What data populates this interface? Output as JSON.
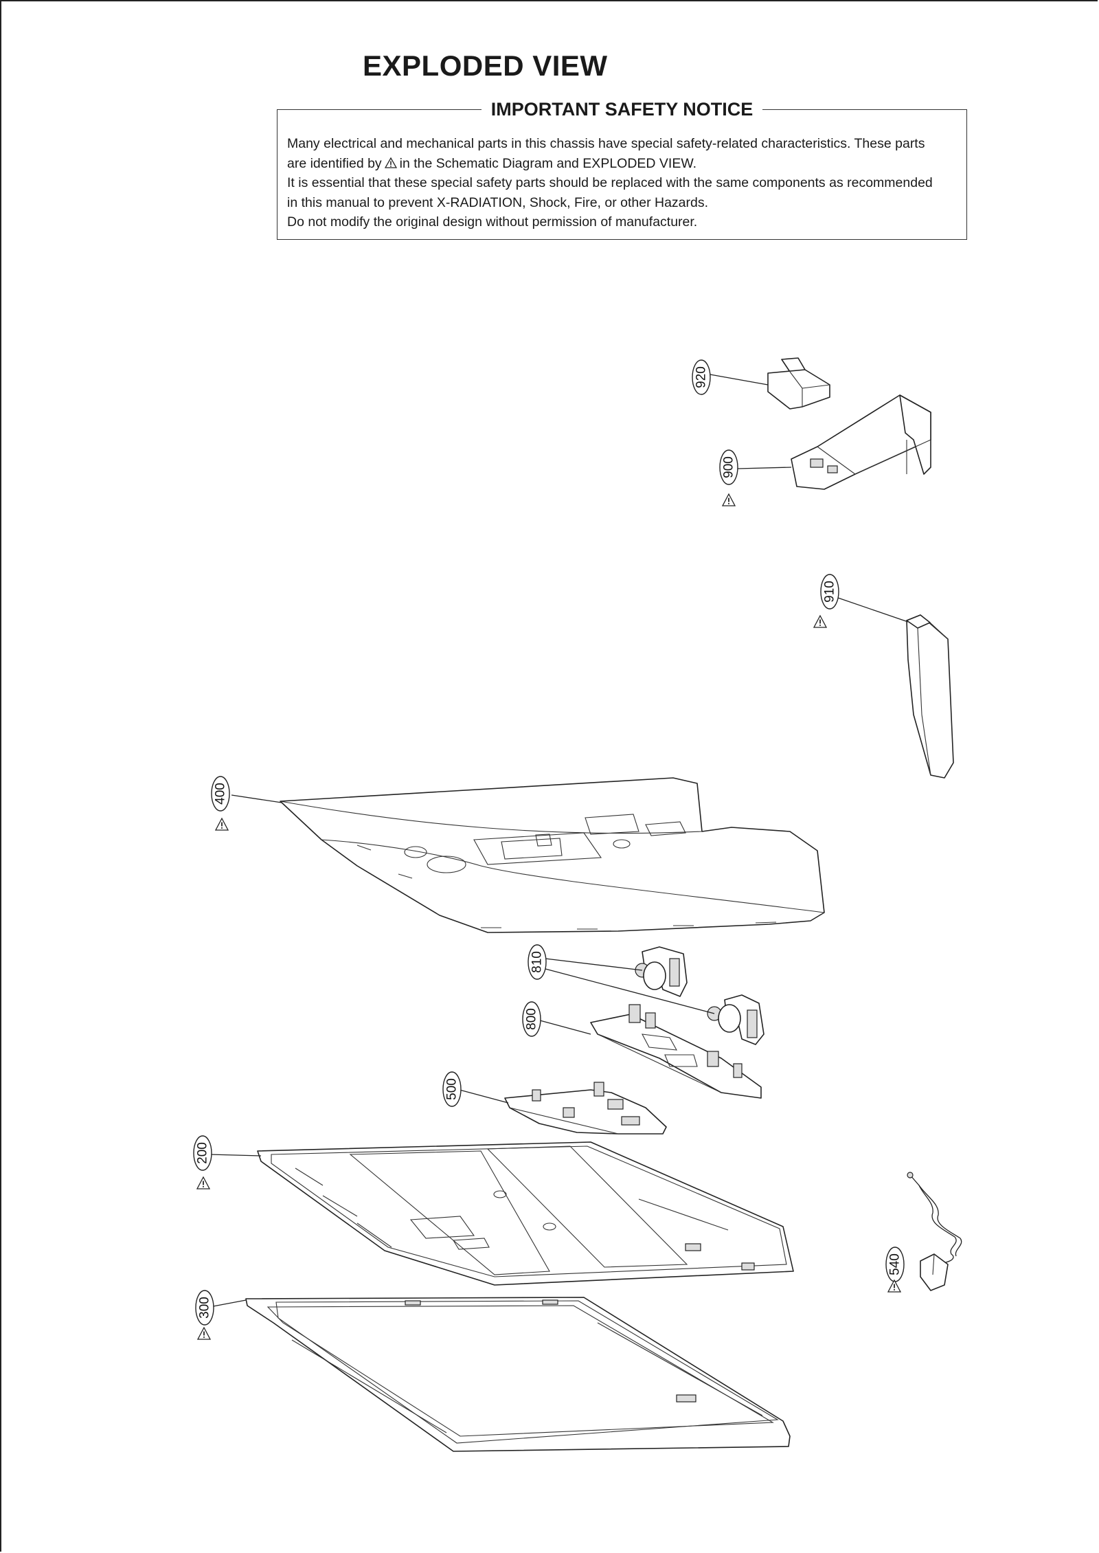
{
  "title": "EXPLODED VIEW",
  "notice": {
    "heading": "IMPORTANT SAFETY NOTICE",
    "line1": "Many electrical and mechanical parts in this chassis have special safety-related characteristics. These parts",
    "line2_pre": "are identified by",
    "line2_post": "in the Schematic Diagram and EXPLODED VIEW.",
    "line3": "It is essential that these special safety parts should be replaced with the same components as recommended",
    "line4": "in this manual to prevent X-RADIATION, Shock, Fire, or other Hazards.",
    "line5": "Do not modify the original design without permission of manufacturer."
  },
  "parts": {
    "p920": "920",
    "p900": "900",
    "p910": "910",
    "p400": "400",
    "p810": "810",
    "p800": "800",
    "p500": "500",
    "p200": "200",
    "p540": "540",
    "p300": "300"
  }
}
